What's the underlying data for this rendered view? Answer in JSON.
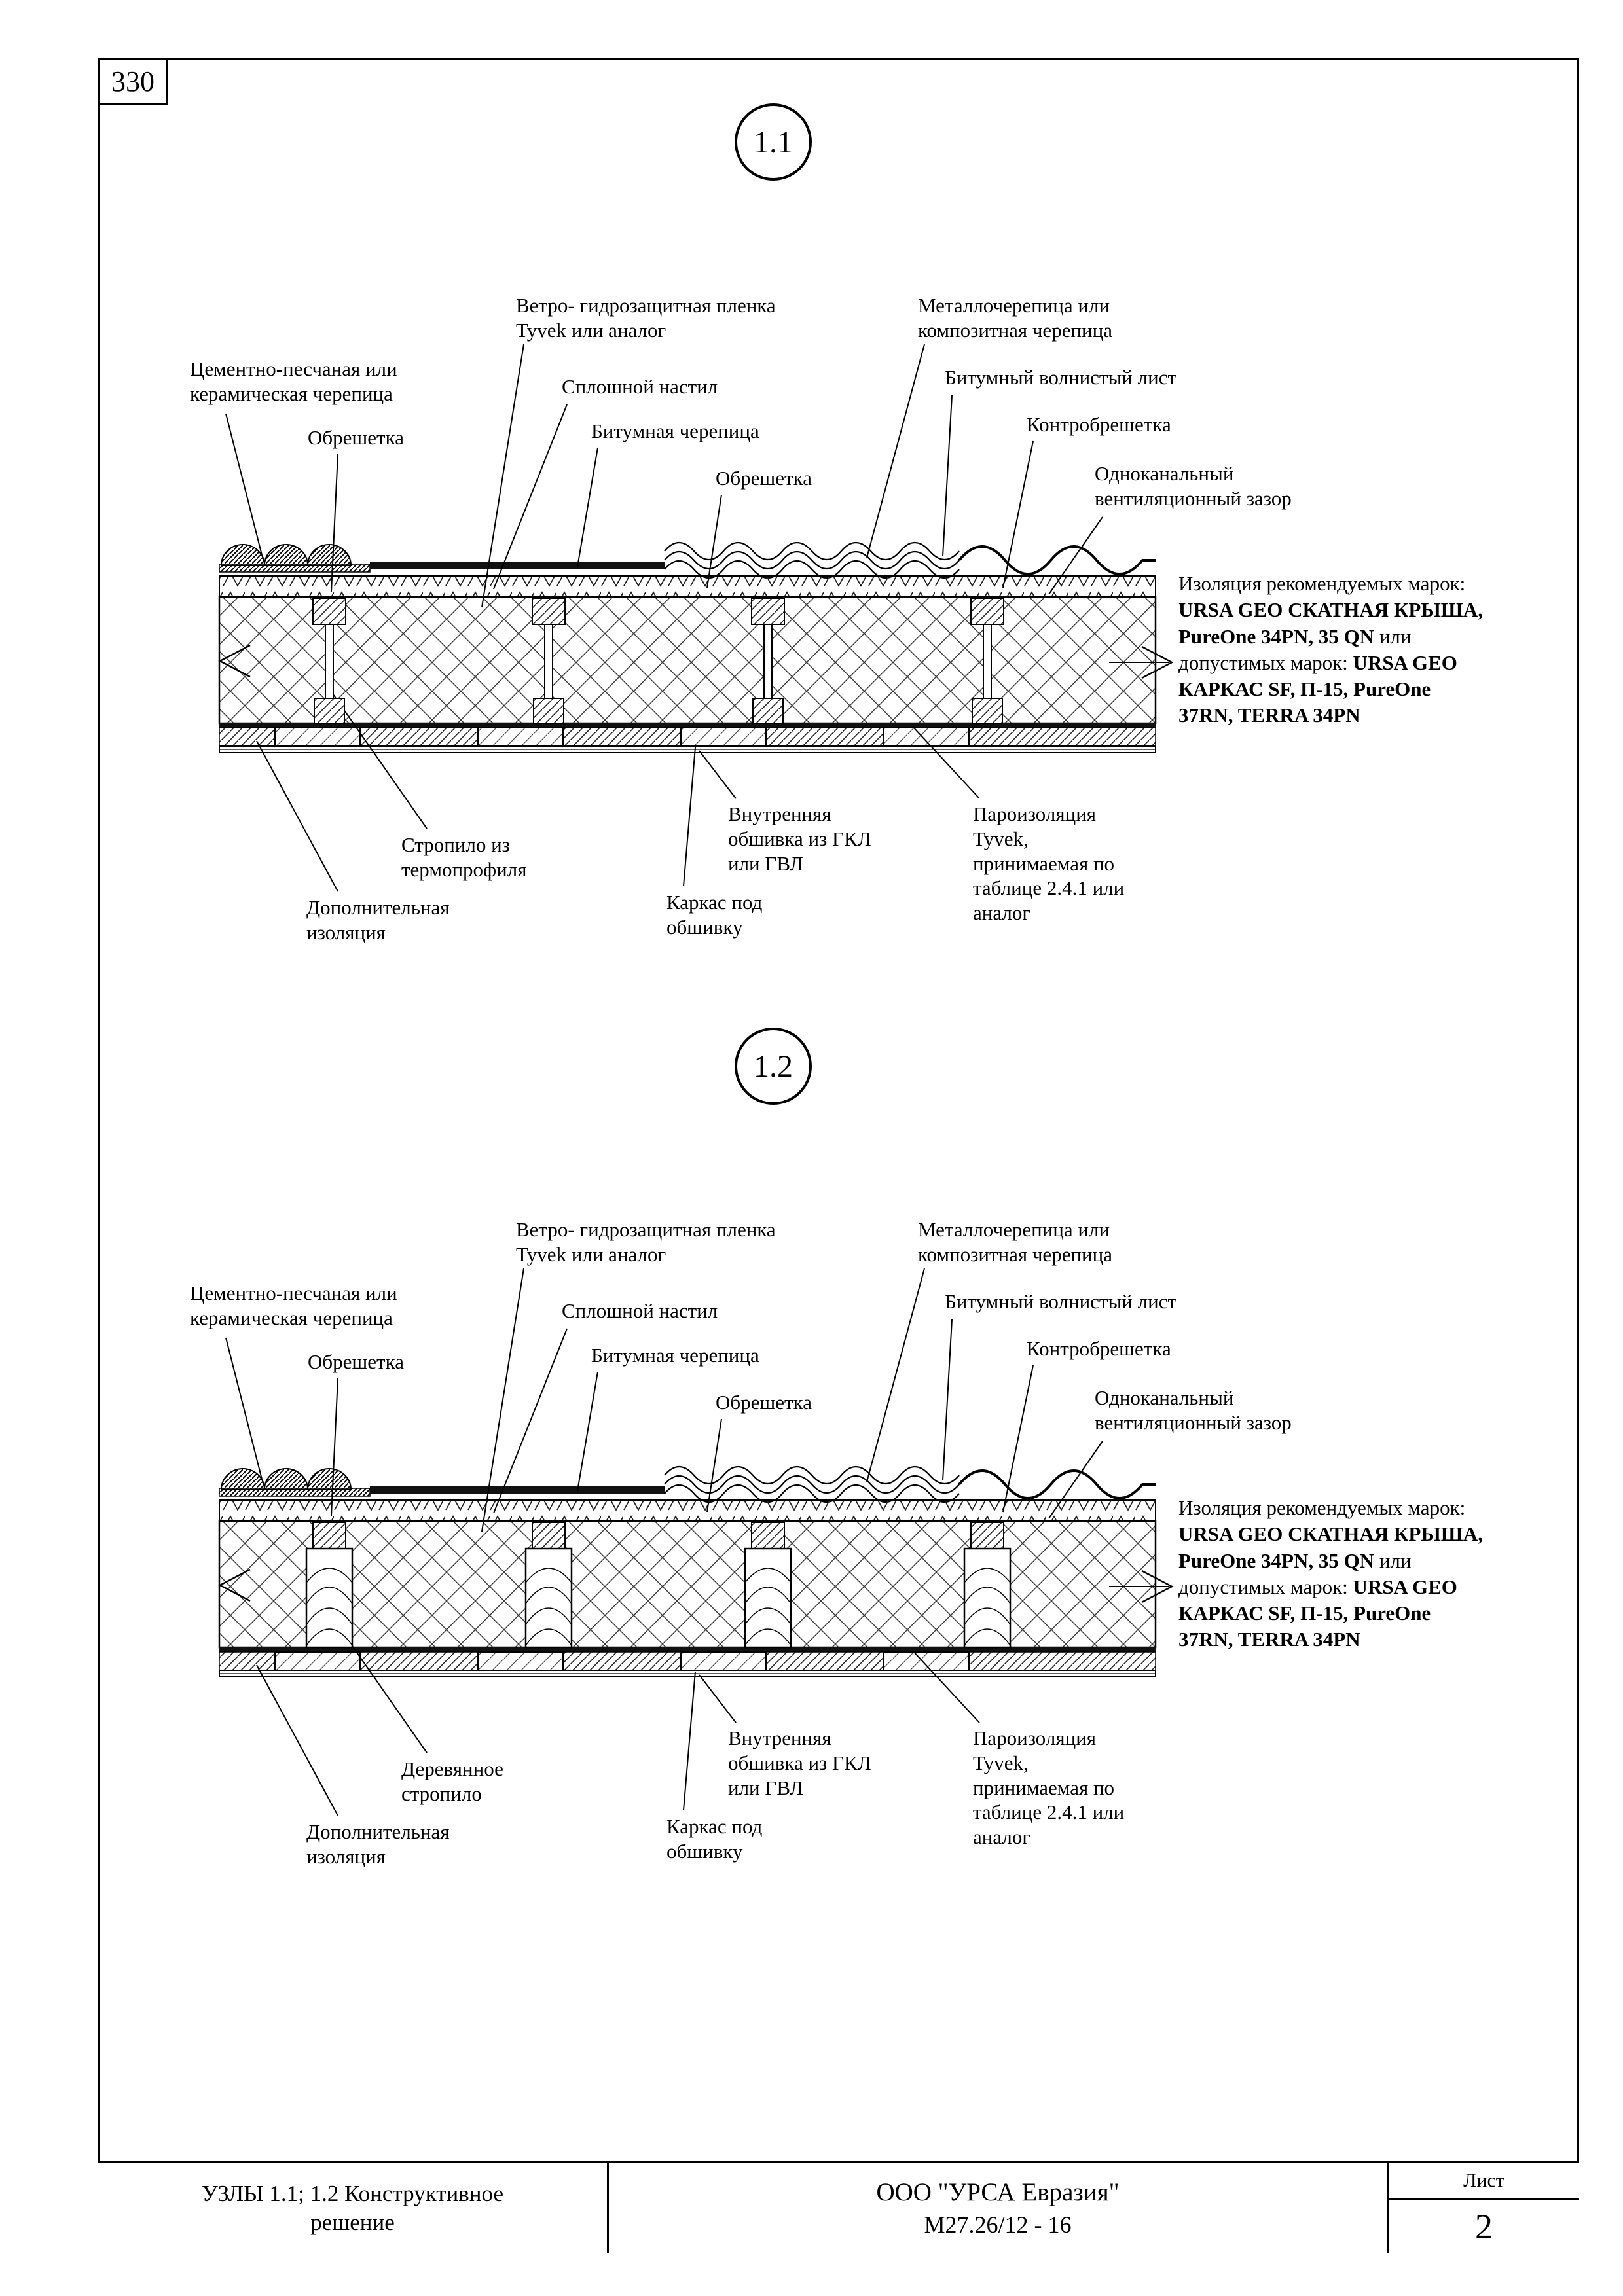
{
  "page": {
    "corner_code": "330"
  },
  "title_block": {
    "left": "УЗЛЫ 1.1; 1.2 Конструктивное\nрешение",
    "company": "ООО \"УРСА Евразия\"",
    "doc_number": "М27.26/12 - 16",
    "sheet_label": "Лист",
    "sheet_number": "2"
  },
  "details": [
    {
      "number": "1.1",
      "callouts": {
        "tile": "Цементно-песчаная или\nкерамическая черепица",
        "batten_left": "Обрешетка",
        "membrane": "Ветро- гидрозащитная пленка\nTyvek или аналог",
        "deck": "Сплошной настил",
        "shingles": "Битумная черепица",
        "batten_mid": "Обрешетка",
        "metal_tile": "Металлочерепица или\nкомпозитная черепица",
        "bitumen_sheet": "Битумный волнистый лист",
        "counter_batten": "Контробрешетка",
        "vent_gap": "Одноканальный\nвентиляционный зазор",
        "rafter": "Стропило из\nтермопрофиля",
        "extra_insulation": "Дополнительная\nизоляция",
        "inner_lining": "Внутренняя\nобшивка из ГКЛ\nили ГВЛ",
        "frame": "Каркас под\nобшивку",
        "vapor_barrier": "Пароизоляция\nTyvek,\nпринимаемая по\nтаблице 2.4.1 или\nаналог",
        "insulation_note": {
          "part1": "Изоляция рекомендуемых марок: ",
          "part2": "URSA GEO СКАТНАЯ КРЫША, PureOne 34PN, 35 QN",
          "part3": " или допустимых марок: ",
          "part4": "URSA GEO КАРКАС SF, П-15, PureOne 37RN, TERRA 34PN"
        }
      }
    },
    {
      "number": "1.2",
      "callouts": {
        "tile": "Цементно-песчаная или\nкерамическая черепица",
        "batten_left": "Обрешетка",
        "membrane": "Ветро- гидрозащитная пленка\nTyvek или аналог",
        "deck": "Сплошной настил",
        "shingles": "Битумная черепица",
        "batten_mid": "Обрешетка",
        "metal_tile": "Металлочерепица или\nкомпозитная черепица",
        "bitumen_sheet": "Битумный волнистый лист",
        "counter_batten": "Контробрешетка",
        "vent_gap": "Одноканальный\nвентиляционный зазор",
        "rafter": "Деревянное\nстропило",
        "extra_insulation": "Дополнительная\nизоляция",
        "inner_lining": "Внутренняя\nобшивка из ГКЛ\nили ГВЛ",
        "frame": "Каркас под\nобшивку",
        "vapor_barrier": "Пароизоляция\nTyvek,\nпринимаемая по\nтаблице 2.4.1 или\nаналог",
        "insulation_note": {
          "part1": "Изоляция рекомендуемых марок: ",
          "part2": "URSA GEO СКАТНАЯ КРЫША, PureOne 34PN, 35 QN",
          "part3": " или допустимых марок: ",
          "part4": "URSA GEO КАРКАС SF, П-15, PureOne 37RN, TERRA 34PN"
        }
      }
    }
  ]
}
